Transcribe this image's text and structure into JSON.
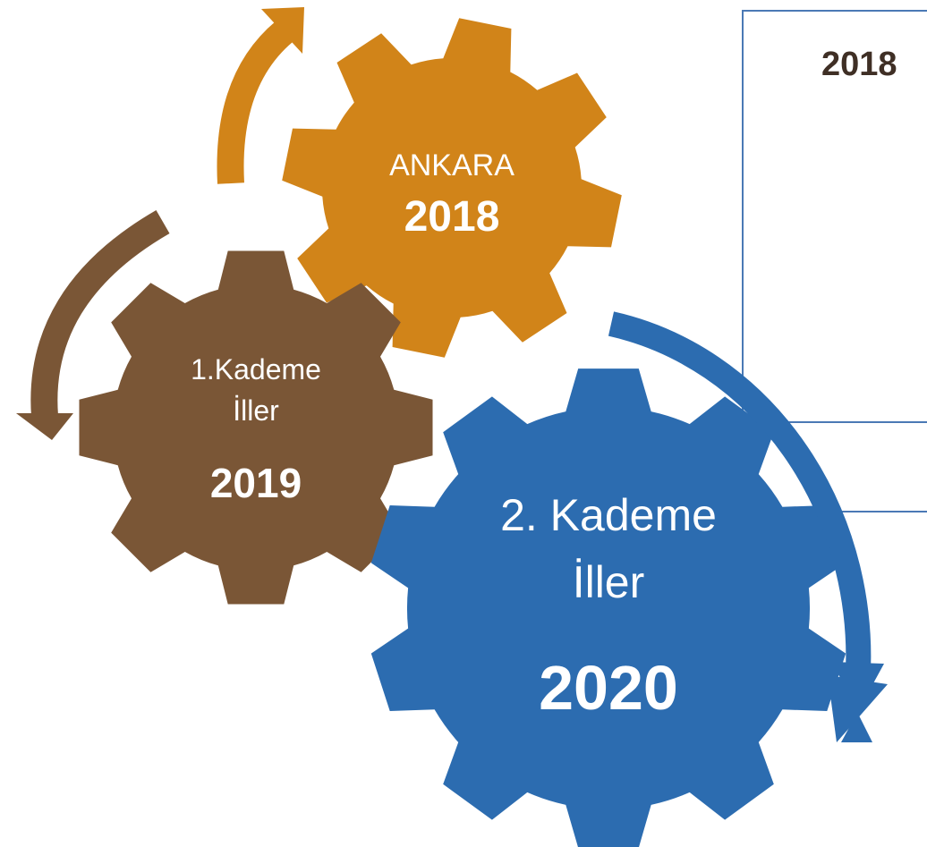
{
  "panel": {
    "heading": "2018"
  },
  "gears": [
    {
      "lines": [
        "ANKARA"
      ],
      "year": "2018",
      "color": "#d18419"
    },
    {
      "lines": [
        "1.Kademe",
        "İller"
      ],
      "year": "2019",
      "color": "#7a5636"
    },
    {
      "lines": [
        "2. Kademe",
        "İller"
      ],
      "year": "2020",
      "color": "#2c6cb0"
    }
  ],
  "colors": {
    "panel_border": "#4a79b5",
    "arrow_orange": "#d18419",
    "arrow_brown": "#7a5636",
    "arrow_blue": "#2c6cb0"
  }
}
